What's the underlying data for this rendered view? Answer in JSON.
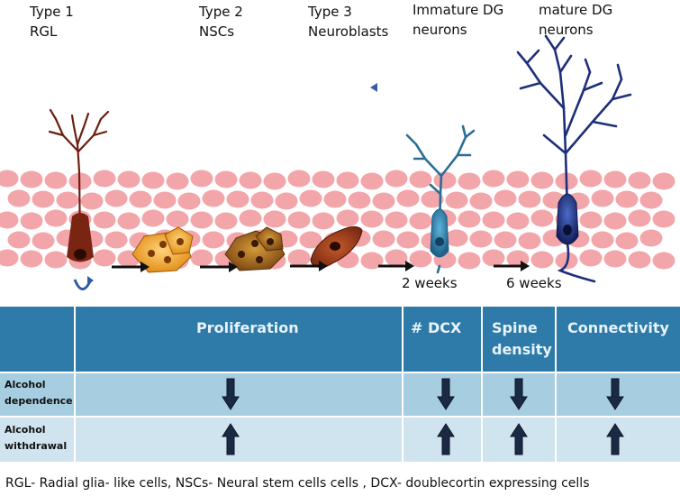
{
  "stages": [
    {
      "line1": "Type 1",
      "line2": "RGL"
    },
    {
      "line1": "Type 2",
      "line2": "NSCs"
    },
    {
      "line1": "Type 3",
      "line2": "Neuroblasts"
    },
    {
      "line1": "Immature DG",
      "line2": "neurons"
    },
    {
      "line1": "mature DG",
      "line2": "neurons"
    }
  ],
  "timepoints": [
    "2 weeks",
    "6 weeks"
  ],
  "table": {
    "headers": [
      "Proliferation",
      "# DCX",
      "Spine density",
      "Connectivity"
    ],
    "rows": [
      {
        "label": "Alcohol dependence",
        "arrows": [
          "down",
          "down",
          "down",
          "down"
        ]
      },
      {
        "label": "Alcohol withdrawal",
        "arrows": [
          "up",
          "up",
          "up",
          "up"
        ]
      }
    ]
  },
  "footnote": "RGL- Radial glia- like cells, NSCs- Neural stem cells cells , DCX- doublecortin expressing cells",
  "colors": {
    "header_bg": "#2e7aa8",
    "row1_bg": "#a6cde0",
    "row2_bg": "#cfe4ef",
    "tissue_cell": "#f3a6aa",
    "rgl": "#6b1f10",
    "dg_neuron": "#2a6e96",
    "mature_neuron": "#1e2f7a"
  }
}
